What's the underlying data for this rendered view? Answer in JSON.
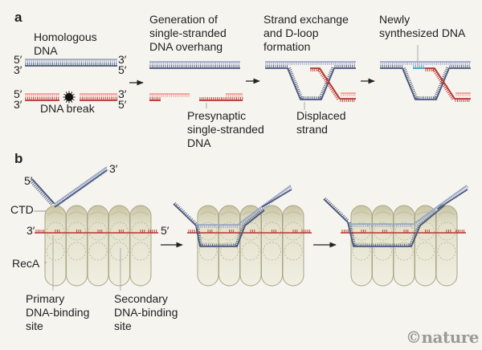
{
  "panels": {
    "a": "a",
    "b": "b"
  },
  "panel_a": {
    "step1": {
      "homologous_label": "Homologous\nDNA",
      "break_label": "DNA break",
      "ends_top": [
        "5′",
        "3′",
        "3′",
        "5′"
      ],
      "ends_bottom": [
        "5′",
        "3′",
        "3′",
        "5′"
      ]
    },
    "step2": {
      "title": "Generation of\nsingle-stranded\nDNA overhang",
      "callout": "Presynaptic\nsingle-stranded\nDNA"
    },
    "step3": {
      "title": "Strand exchange\nand D-loop\nformation",
      "callout": "Displaced\nstrand"
    },
    "step4": {
      "title": "Newly\nsynthesized DNA"
    }
  },
  "panel_b": {
    "ctd_label": "CTD",
    "reca_label": "RecA",
    "primary_site": "Primary\nDNA-binding\nsite",
    "secondary_site": "Secondary\nDNA-binding\nsite",
    "ends": {
      "ssdna_5": "5′",
      "ssdna_3": "3′",
      "dna_3": "3′",
      "dna_5": "5′"
    }
  },
  "colors": {
    "homologous": "#4b5a7d",
    "homologous_light": "#9aa8c6",
    "broken": "#b8342e",
    "broken_light": "#ef9f9a",
    "new_dna": "#3fa0c8",
    "reca": "#d9d6bd",
    "background": "#f6f4ef"
  },
  "credit": "©nature"
}
